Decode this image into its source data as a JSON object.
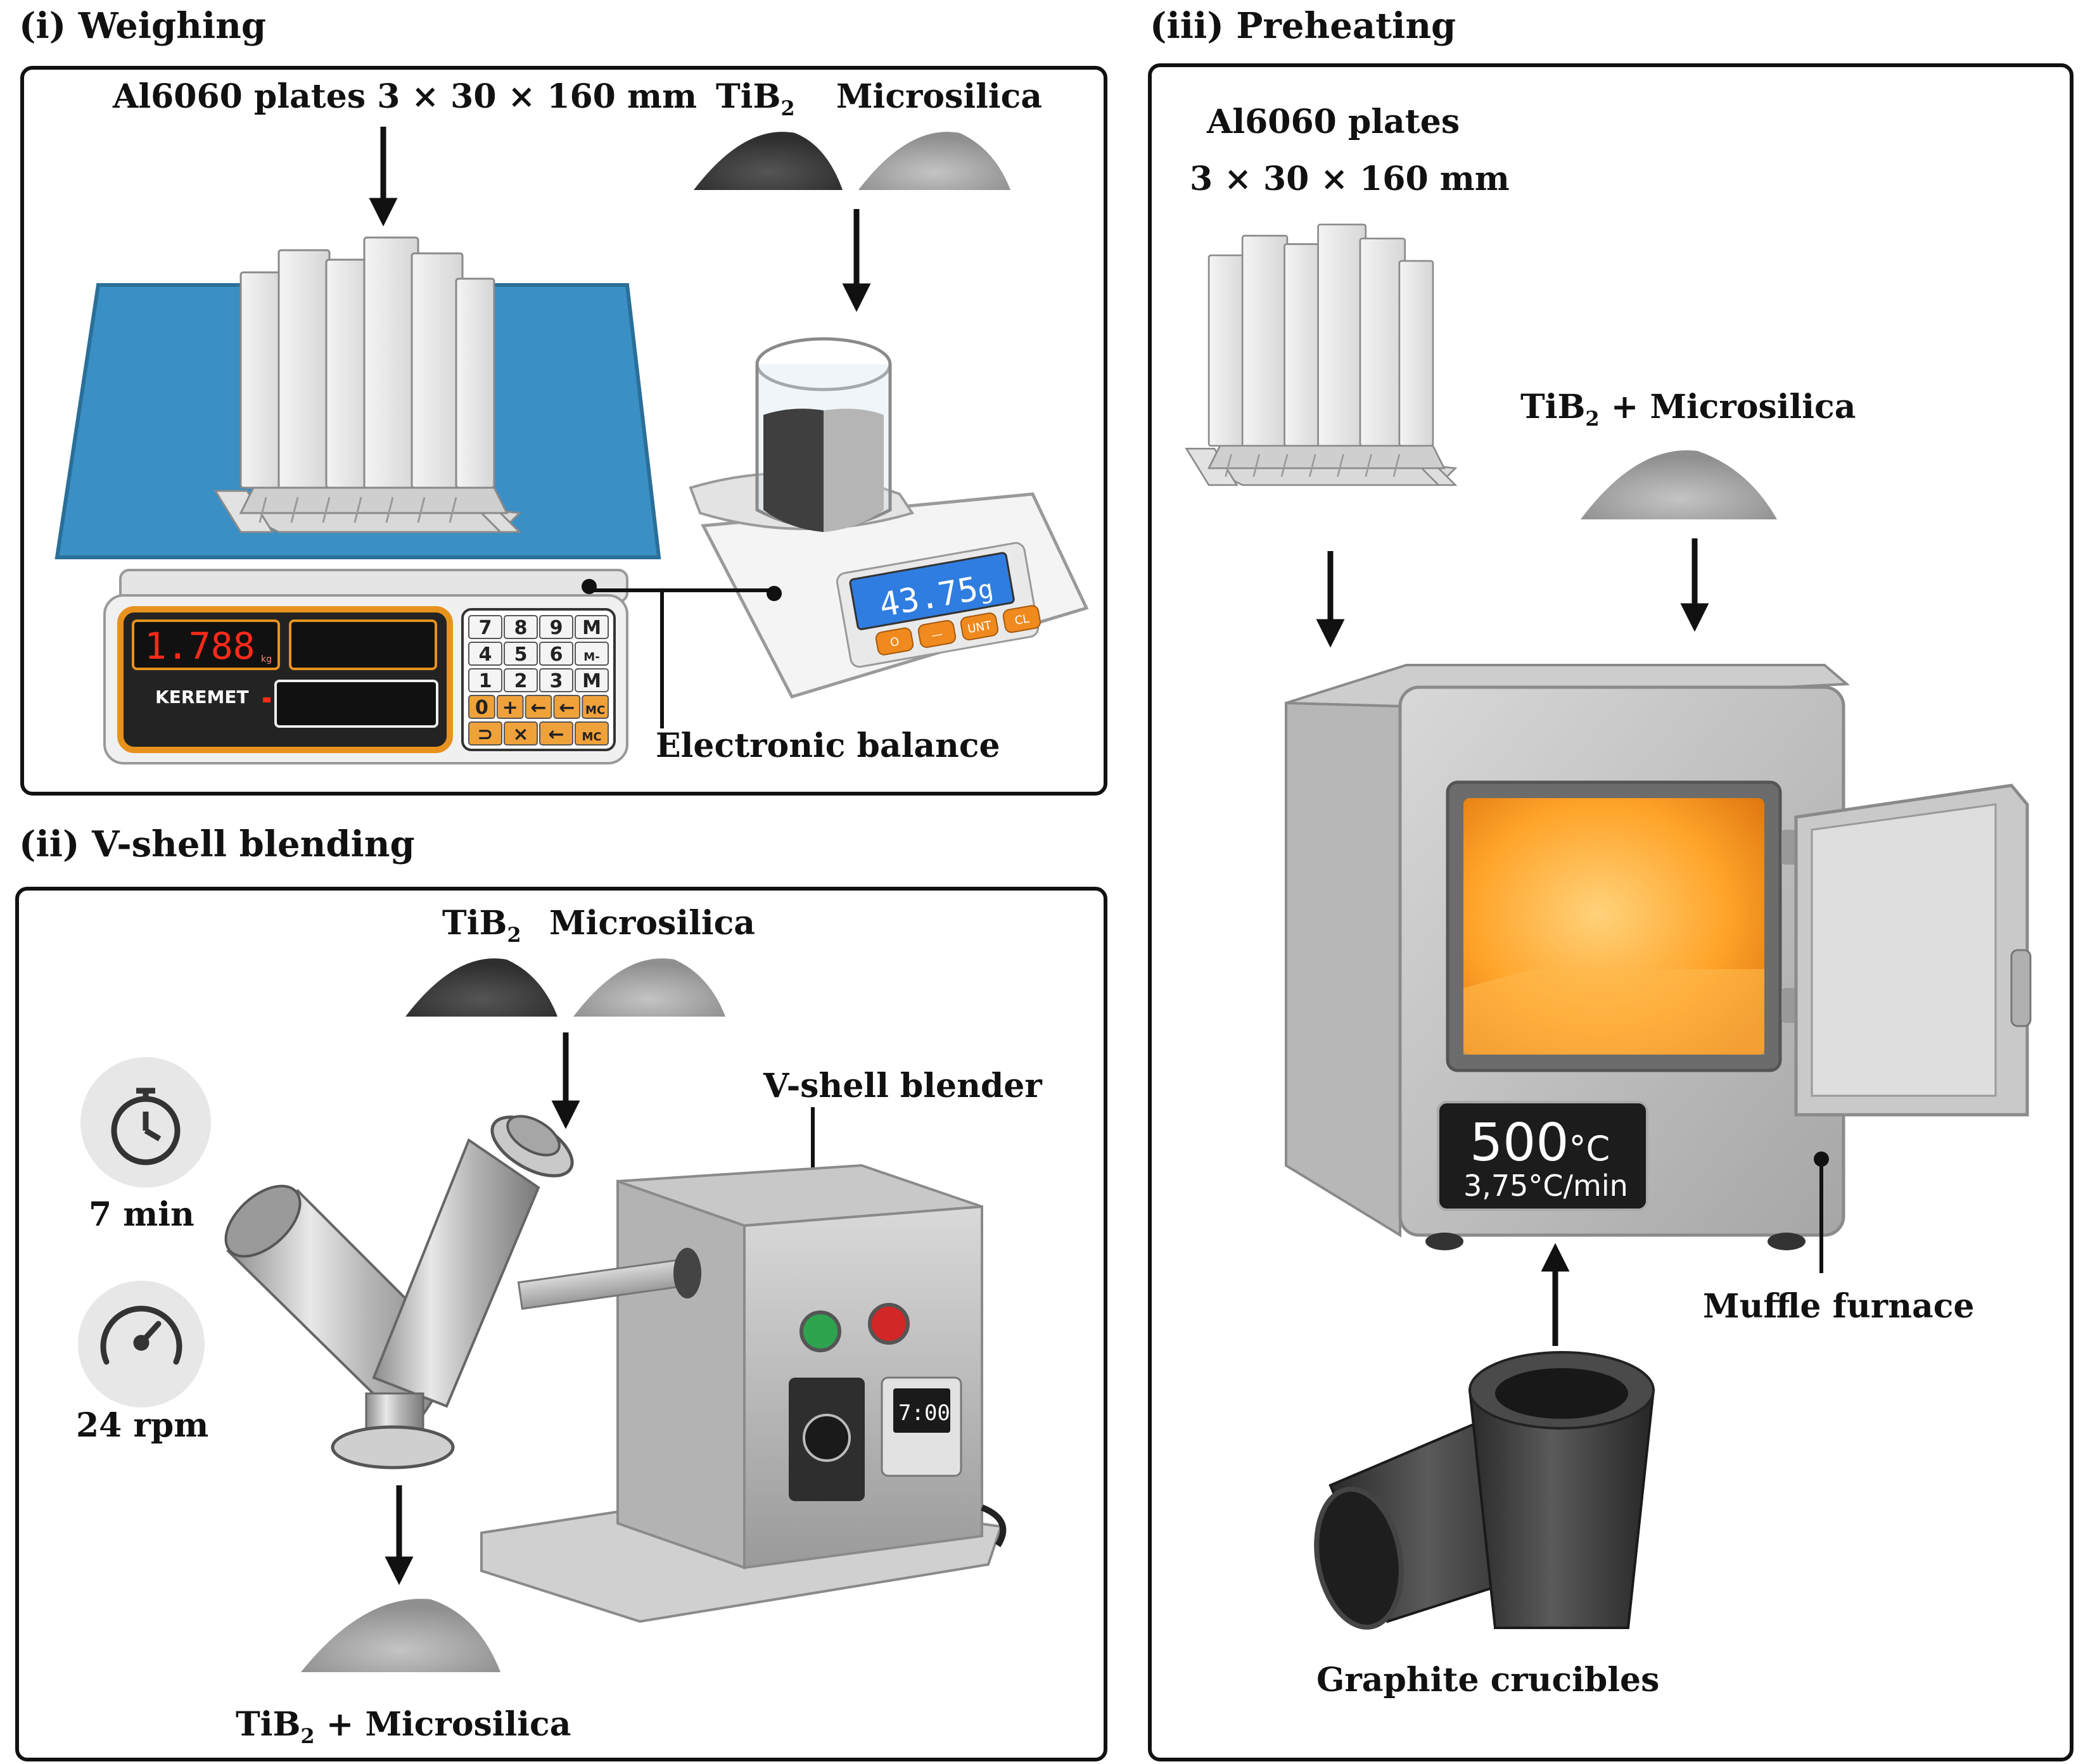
{
  "panels": {
    "weighing": {
      "title": "(i) Weighing",
      "plates_label": "Al6060 plates 3 × 30 × 160 mm",
      "powder_a": "TiB",
      "powder_a_sub": "2",
      "powder_b": "Microsilica",
      "platform_scale": {
        "brand": "KEREMET",
        "display": "1.788",
        "display_unit": "kg",
        "keypad": [
          [
            "7",
            "8",
            "9",
            "M"
          ],
          [
            "4",
            "5",
            "6",
            "M-"
          ],
          [
            "1",
            "2",
            "3",
            "M"
          ],
          [
            "0",
            "+",
            "←",
            "←",
            "MC"
          ],
          [
            "⊃",
            "×",
            "←",
            "MC"
          ]
        ]
      },
      "lab_balance": {
        "display": "43.75",
        "display_unit": "g",
        "buttons": [
          "O",
          "—",
          "UNT",
          "CL"
        ]
      },
      "balance_label": "Electronic balance"
    },
    "blending": {
      "title": "(ii) V-shell blending",
      "powder_a": "TiB",
      "powder_a_sub": "2",
      "powder_b": "Microsilica",
      "time_value": "7 min",
      "speed_value": "24 rpm",
      "blender_label": "V-shell blender",
      "timer_display": "7:00",
      "output_label_a": "TiB",
      "output_label_sub": "2",
      "output_label_b": " + Microsilica"
    },
    "preheating": {
      "title": "(iii) Preheating",
      "plates_line1": "Al6060 plates",
      "plates_line2": "3 × 30 × 160 mm",
      "powder_label_a": "TiB",
      "powder_label_sub": "2",
      "powder_label_b": " + Microsilica",
      "furnace_temp": "500",
      "furnace_temp_unit": "°C",
      "furnace_rate": "3,75°C/min",
      "furnace_label": "Muffle furnace",
      "crucibles_label": "Graphite crucibles"
    }
  },
  "icons": {
    "timer": "stopwatch-icon",
    "speed": "speedometer-icon"
  },
  "colors": {
    "tray_blue": "#3a8fc4",
    "scale_orange": "#e8921e",
    "led_red": "#ff2a1a",
    "lcd_blue": "#2f7de0",
    "furnace_glow": "#ffae2e",
    "powder_dark": "#3c3c3c",
    "powder_light": "#a9a9a9"
  }
}
